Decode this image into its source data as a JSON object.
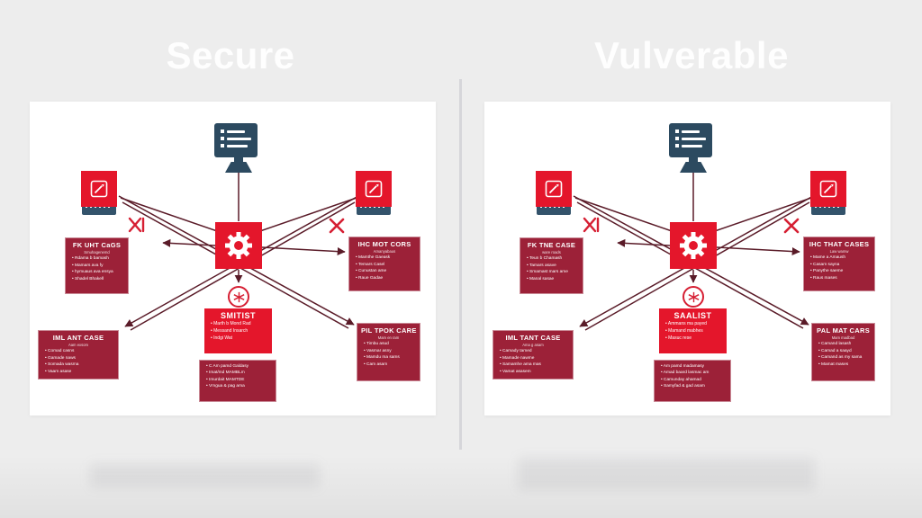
{
  "titles": {
    "left": "Secure",
    "right": "Vulverable"
  },
  "colors": {
    "background": "#ededed",
    "panel": "#ffffff",
    "accent_red": "#e4162b",
    "maroon_box": "#9c2138",
    "navy": "#2c4a60",
    "connector_line": "#5a1b28",
    "x_mark_red": "#d61f33",
    "title_text": "#fbfbfb"
  },
  "icons": {
    "monitor": "monitor-icon",
    "workstation": "workstation-icon",
    "gear": "gear-icon",
    "sync": "sync-arrows-icon",
    "x": "x-icon",
    "bowtie_x": "bowtie-x-icon"
  },
  "panels": [
    {
      "title": "Secure",
      "boxes": {
        "left_mid": {
          "title": "FK UHT CaGS",
          "subtitle": "Smuhagenemd",
          "bullets": [
            "Rdama b bamash",
            "Mamars ava fy",
            "hymuaus ava ensya",
            "Shadel Bhakell"
          ]
        },
        "right_mid": {
          "title": "IHC MOT CORS",
          "subtitle": "Amanyabaus",
          "bullets": [
            "Mamthe Gaeask",
            "Temars Casel",
            "Cunustan ame",
            "Raue Gadae"
          ]
        },
        "bottom_left": {
          "title": "IML ANT CASE",
          "subtitle": "Aam exsom",
          "bullets": [
            "Comad casns",
            "Gamade naws",
            "Somada wasma",
            "Vaam asase"
          ]
        },
        "central": {
          "title": "SMITIST",
          "bullets": [
            "Marth b Mond Rad",
            "Messand Insarch",
            "Indgi Wat"
          ]
        },
        "bottom_center": {
          "bullets": [
            "C Am pamd Galdasy",
            "Imat/md MAMBLm",
            "Imurdait MAMTDE",
            "Vmgua & pag ama"
          ]
        },
        "bottom_right": {
          "title": "PIL TPOK CARE",
          "subtitle": "Mam en ram",
          "bullets": [
            "Timbu asud",
            "Vasmar asny",
            "Mamdu ma sams",
            "Cam asam"
          ]
        }
      }
    },
    {
      "title": "Vulverable",
      "boxes": {
        "left_mid": {
          "title": "FK TNE CASE",
          "subtitle": "ware roads",
          "bullets": [
            "Teun b Chamash",
            "Tamars asave",
            "Smamast mars ame",
            "Manal sasae"
          ]
        },
        "right_mid": {
          "title": "IHC THAT CASES",
          "subtitle": "Law wamw",
          "bullets": [
            "Mame a Amaush",
            "Casam sayna",
            "Panythe saeme",
            "Raus mases"
          ]
        },
        "bottom_left": {
          "title": "IML TANT CASE",
          "subtitle": "Ama g asam",
          "bullets": [
            "Camady tamed",
            "Mamade nawme",
            "Samamhe ama mas",
            "Vamat asasem"
          ]
        },
        "central": {
          "title": "SAALIST",
          "bullets": [
            "Ammans ma payed",
            "Mamand mabhes",
            "Masuc rese"
          ]
        },
        "bottom_center": {
          "bullets": [
            "Am pamd madamasy",
            "Amad baard lasmac am",
            "Camunday ahamad",
            "Samyfad & gad asam"
          ]
        },
        "bottom_right": {
          "title": "PAL MAT CARS",
          "subtitle": "Mam madbad",
          "bullets": [
            "Camand lasash",
            "Camad a saayd",
            "Camand as my sama",
            "Mamat mases"
          ]
        }
      }
    }
  ]
}
